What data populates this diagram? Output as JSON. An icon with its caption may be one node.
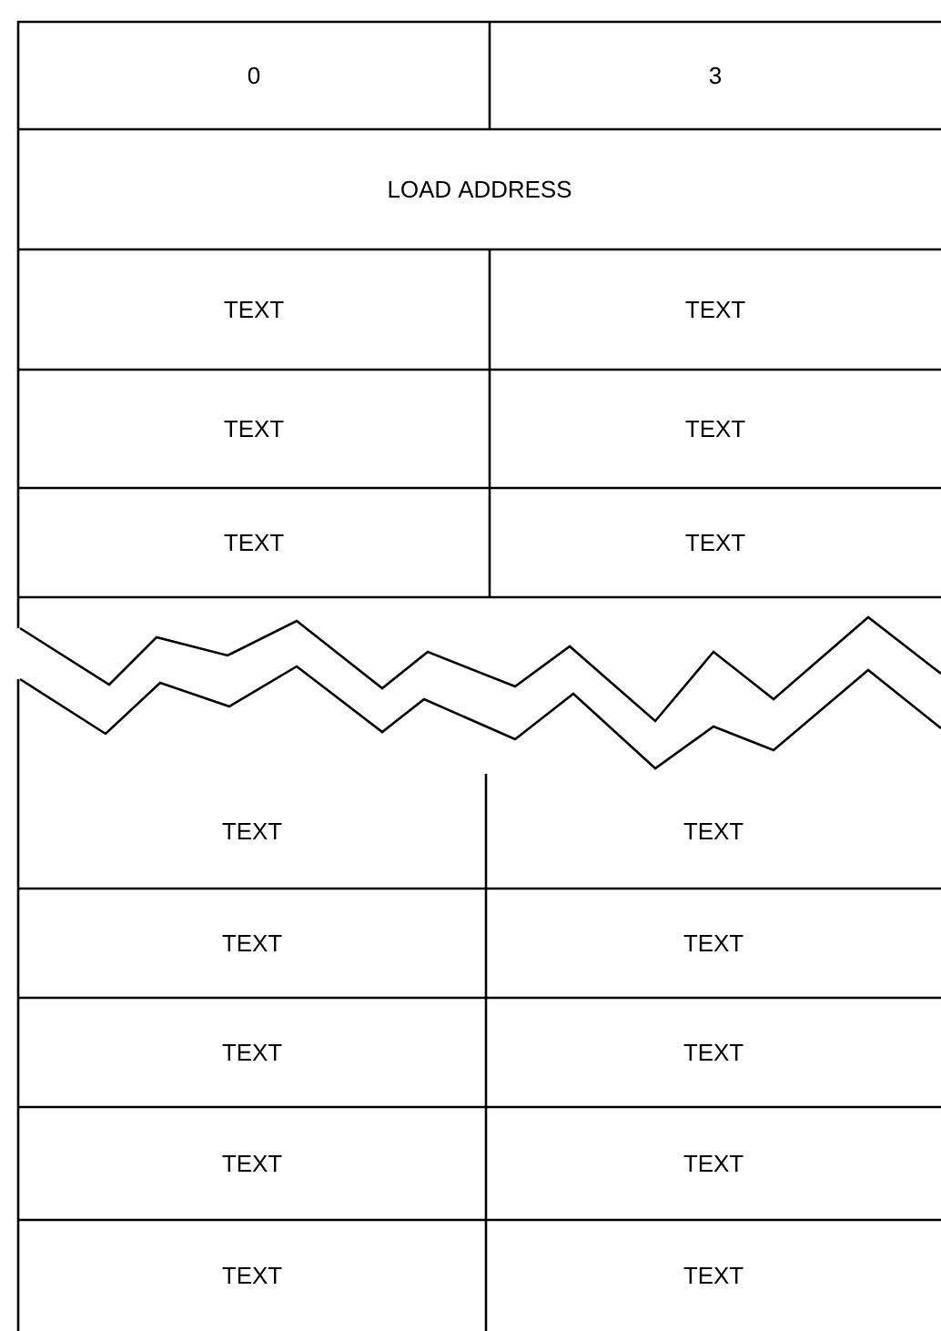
{
  "diagram": {
    "labels": [
      "0",
      "3",
      "LOAD ADDRESS",
      "TEXT",
      "TEXT",
      "TEXT",
      "TEXT",
      "TEXT",
      "TEXT",
      "TEXT",
      "TEXT",
      "TEXT",
      "TEXT",
      "TEXT",
      "TEXT",
      "TEXT",
      "TEXT",
      "TEXT",
      "TEXT"
    ]
  }
}
